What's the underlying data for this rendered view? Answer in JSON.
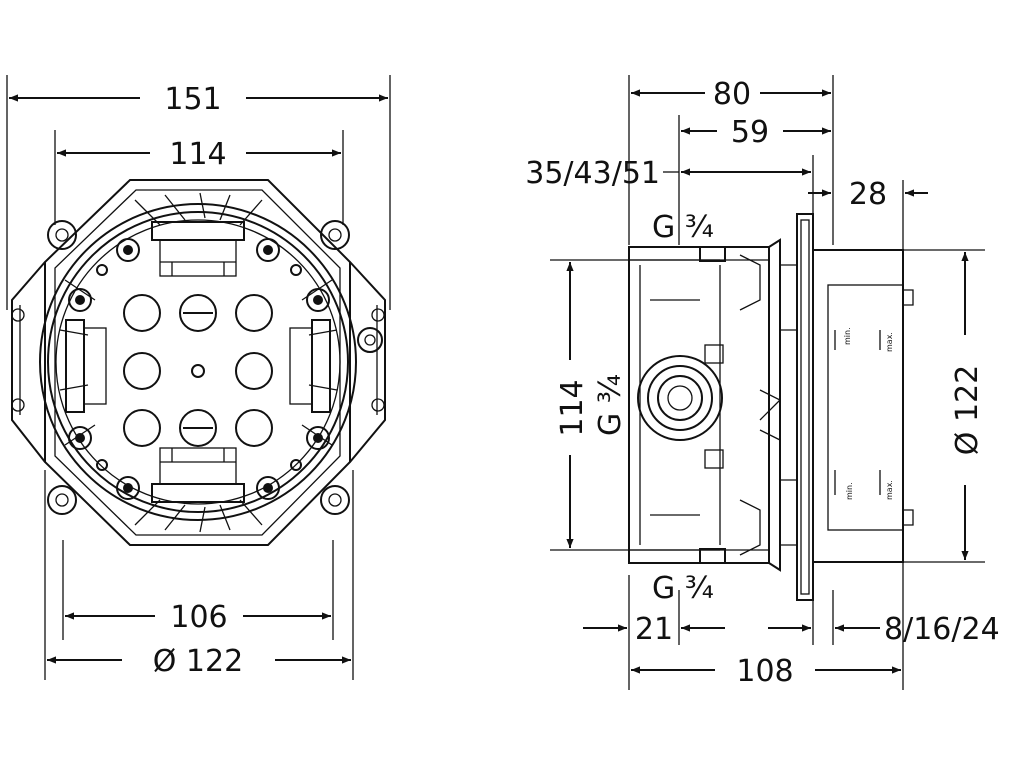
{
  "left_view": {
    "dim_overall_width": "151",
    "dim_inner_width": "114",
    "dim_bottom_width": "106",
    "dim_diameter": "Ø 122"
  },
  "right_view": {
    "dim_depth": "80",
    "dim_59": "59",
    "dim_depth_options": "35/43/51",
    "dim_28": "28",
    "thread_top": "G ¾",
    "thread_side": "G ¾",
    "thread_bottom": "G ¾",
    "dim_height": "114",
    "dim_diameter": "Ø 122",
    "dim_21": "21",
    "dim_spacer": "8/16/24",
    "dim_108": "108",
    "label_min": "min.",
    "label_max": "max."
  }
}
